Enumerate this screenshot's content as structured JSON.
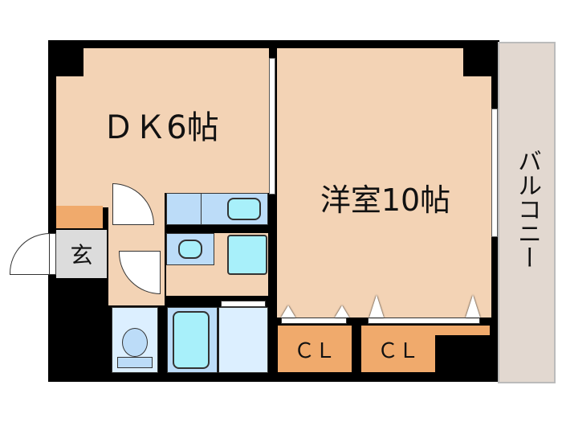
{
  "floor_plan": {
    "rooms": {
      "dk": {
        "label": "ＤＫ6帖",
        "type": "dining-kitchen",
        "size_jo": 6
      },
      "western": {
        "label": "洋室10帖",
        "type": "western-room",
        "size_jo": 10
      },
      "entrance": {
        "label": "玄",
        "type": "entrance"
      },
      "closet_1": {
        "label": "ＣＬ",
        "type": "closet"
      },
      "closet_2": {
        "label": "ＣＬ",
        "type": "closet"
      },
      "balcony": {
        "label": "バルコニー",
        "type": "balcony"
      }
    },
    "colors": {
      "room_floor": "#f3d3b5",
      "storage": "#f0aa6c",
      "wall": "#000000",
      "wet_area": "#bcdcf8",
      "fixture": "#a8f0fa",
      "balcony": "#e2d8d0",
      "entrance": "#dcdcdc"
    }
  }
}
